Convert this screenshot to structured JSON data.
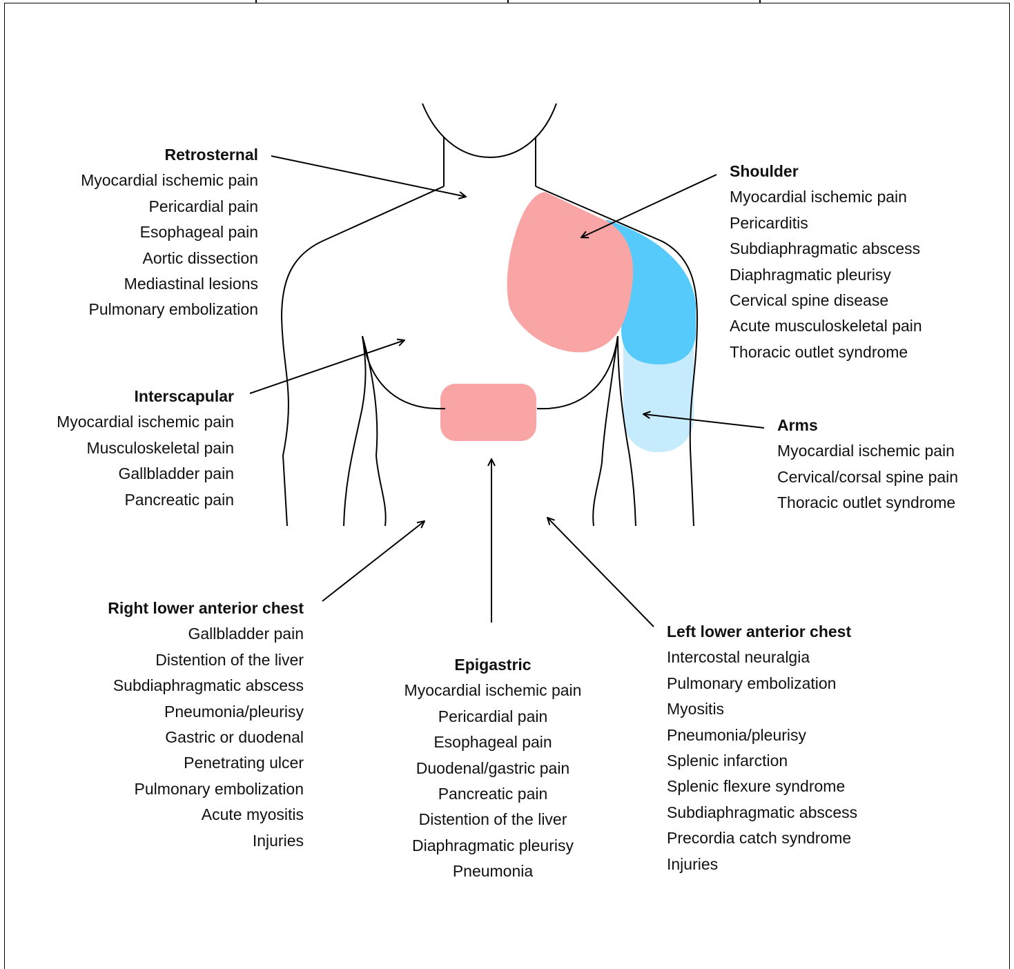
{
  "colors": {
    "pink": "#F9A5A5",
    "blue": "#56CBFB",
    "light_blue": "#C6EBFC",
    "outline": "#000000"
  },
  "groups": {
    "retrosternal": {
      "title": "Retrosternal",
      "items": [
        "Myocardial ischemic pain",
        "Pericardial pain",
        "Esophageal pain",
        "Aortic dissection",
        "Mediastinal lesions",
        "Pulmonary embolization"
      ]
    },
    "shoulder": {
      "title": "Shoulder",
      "items": [
        "Myocardial ischemic pain",
        "Pericarditis",
        "Subdiaphragmatic abscess",
        "Diaphragmatic pleurisy",
        "Cervical spine disease",
        "Acute musculoskeletal pain",
        "Thoracic outlet syndrome"
      ]
    },
    "interscapular": {
      "title": "Interscapular",
      "items": [
        "Myocardial ischemic pain",
        "Musculoskeletal pain",
        "Gallbladder pain",
        "Pancreatic pain"
      ]
    },
    "arms": {
      "title": "Arms",
      "items": [
        "Myocardial ischemic pain",
        "Cervical/corsal spine pain",
        "Thoracic outlet syndrome"
      ]
    },
    "right_lower": {
      "title": "Right lower anterior chest",
      "items": [
        "Gallbladder pain",
        "Distention of the liver",
        "Subdiaphragmatic abscess",
        "Pneumonia/pleurisy",
        "Gastric or duodenal",
        "Penetrating ulcer",
        "Pulmonary embolization",
        "Acute myositis",
        "Injuries"
      ]
    },
    "epigastric": {
      "title": "Epigastric",
      "items": [
        "Myocardial ischemic pain",
        "Pericardial pain",
        "Esophageal pain",
        "Duodenal/gastric pain",
        "Pancreatic pain",
        "Distention of the liver",
        "Diaphragmatic pleurisy",
        "Pneumonia"
      ]
    },
    "left_lower": {
      "title": "Left lower anterior chest",
      "items": [
        "Intercostal neuralgia",
        "Pulmonary embolization",
        "Myositis",
        "Pneumonia/pleurisy",
        "Splenic infarction",
        "Splenic flexure syndrome",
        "Subdiaphragmatic abscess",
        "Precordia catch syndrome",
        "Injuries"
      ]
    }
  }
}
